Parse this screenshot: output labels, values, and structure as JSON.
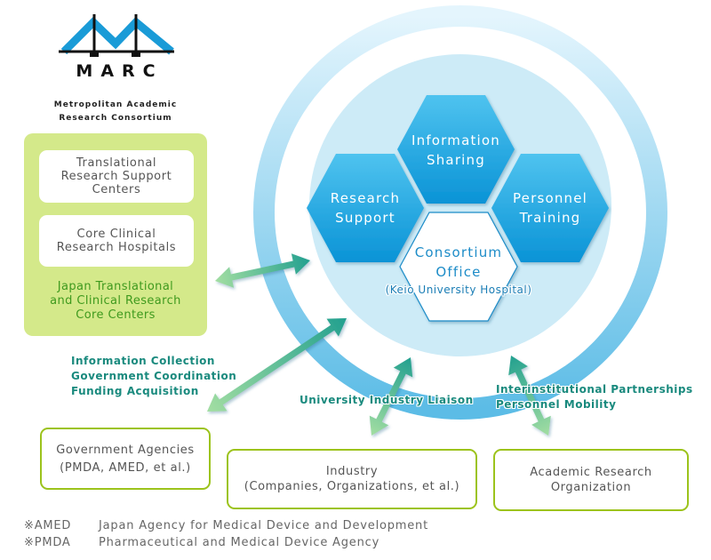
{
  "logo": {
    "name": "MARC",
    "subtitle_lines": [
      "Metropolitan Academic",
      "Research Consortium"
    ],
    "icon": "bridge-m-icon"
  },
  "core_centers": {
    "boxes": [
      {
        "lines": [
          "Translational",
          "Research Support",
          "Centers"
        ]
      },
      {
        "lines": [
          "Core Clinical",
          "Research Hospitals"
        ]
      }
    ],
    "label_lines": [
      "Japan Translational",
      "and Clinical Research",
      "Core Centers"
    ]
  },
  "hexagons": {
    "information_sharing": [
      "Information",
      "Sharing"
    ],
    "research_support": [
      "Research",
      "Support"
    ],
    "personnel_training": [
      "Personnel",
      "Training"
    ],
    "consortium_office": [
      "Consortium",
      "Office"
    ],
    "consortium_office_sub": "(Keio University Hospital)"
  },
  "relations": {
    "government": [
      "Information Collection",
      "Government Coordination",
      "Funding Acquisition"
    ],
    "industry": "University Industry Liaison",
    "academic": [
      "Interinstitutional Partnerships",
      "Personnel Mobility"
    ]
  },
  "partners": {
    "government": [
      "Government Agencies",
      "(PMDA, AMED, et al.)"
    ],
    "industry": [
      "Industry",
      "(Companies, Organizations, et al.)"
    ],
    "academic": [
      "Academic Research",
      "Organization"
    ]
  },
  "footnotes": [
    {
      "key": "※AMED",
      "text": "Japan Agency for Medical Device and  Development"
    },
    {
      "key": "※PMDA",
      "text": "Pharmaceutical and Medical Device Agency"
    }
  ],
  "colors": {
    "logo_blue": "#1a9bd7",
    "hex_top": "#4fc3ef",
    "hex_bottom": "#0a93d6",
    "disk": "#cdebf7",
    "ring_top": "#e4f5fd",
    "ring_bottom": "#5cbce6",
    "panel_green": "#d4e98a",
    "box_border": "#9cc31c",
    "label_green": "#3f9a1e",
    "teal": "#1a8a7e",
    "arrow_dark": "#22a08f",
    "arrow_light": "#a3dea2"
  }
}
